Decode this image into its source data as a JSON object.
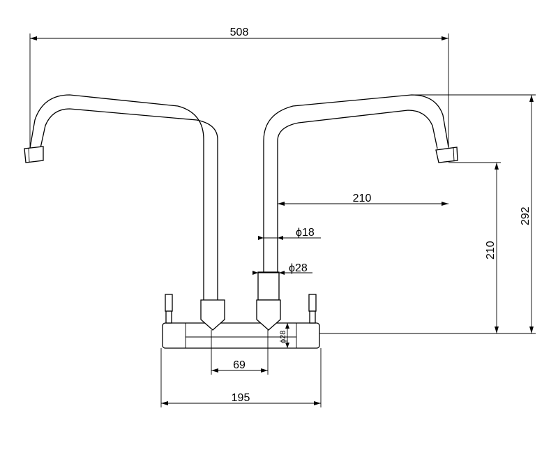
{
  "drawing": {
    "subject": "Wall-mounted double swivel spout faucet",
    "units": "mm"
  },
  "dimensions": {
    "overall_spout_span": "508",
    "spout_reach": "210",
    "spout_drop_height": "210",
    "total_height": "292",
    "tube_diameter": "ϕ18",
    "spout_base_diameter": "ϕ28",
    "body_diameter": "ϕ28",
    "spout_center_spacing": "69",
    "body_width": "195"
  }
}
